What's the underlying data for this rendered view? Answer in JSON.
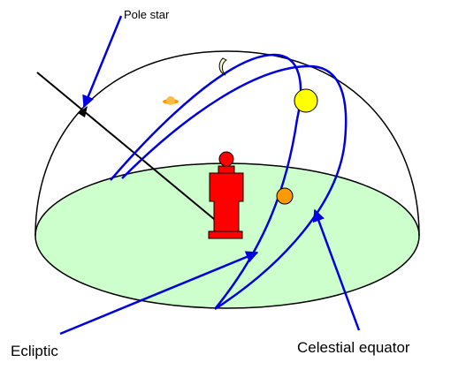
{
  "labels": {
    "pole_star": "Pole star",
    "ecliptic": "Ecliptic",
    "celestial_equator": "Celestial equator"
  },
  "colors": {
    "ground": "#ccffcc",
    "arrow_blue": "#0000e0",
    "person": "#ff0000",
    "sun": "#ffff00",
    "planet_orange": "#ff9900",
    "outline": "#000000"
  }
}
